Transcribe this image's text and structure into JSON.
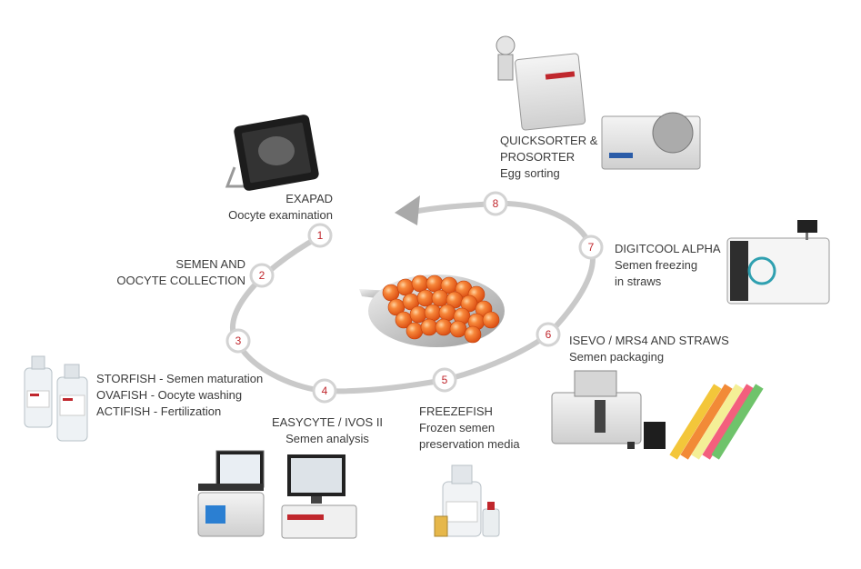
{
  "steps": [
    {
      "number": "1",
      "title": "EXAPAD",
      "desc": "Oocyte examination"
    },
    {
      "number": "2",
      "title": "SEMEN AND",
      "title2": "OOCYTE COLLECTION"
    },
    {
      "number": "3",
      "lines": [
        "STORFISH  - Semen maturation",
        "OVAFISH - Oocyte washing",
        "ACTIFISH - Fertilization"
      ]
    },
    {
      "number": "4",
      "title": "EASYCYTE / IVOS II",
      "desc": "Semen analysis"
    },
    {
      "number": "5",
      "title": "FREEZEFISH",
      "desc": "Frozen semen",
      "desc2": "preservation media"
    },
    {
      "number": "6",
      "title": "ISEVO / MRS4 AND STRAWS",
      "desc": "Semen packaging"
    },
    {
      "number": "7",
      "title": "DIGITCOOL ALPHA",
      "desc": "Semen freezing",
      "desc2": "in straws"
    },
    {
      "number": "8",
      "title": "QUICKSORTER &",
      "title2": "PROSORTER",
      "desc": "Egg sorting"
    }
  ],
  "colors": {
    "cycle_line": "#c9c9c9",
    "number_text": "#c0272d",
    "label_text": "#3b3b3b",
    "egg_orange": "#f0641e"
  },
  "images": {
    "center": "fish-eggs-on-spoon",
    "step1": "exapad-tablet-device",
    "step3": "media-bottles",
    "step4": "semen-analyzer-devices",
    "step5": "freezefish-bottles",
    "step6": "straw-filling-machine-and-colored-straws",
    "step7": "digitcool-freezer",
    "step8": "egg-sorter-machines"
  }
}
